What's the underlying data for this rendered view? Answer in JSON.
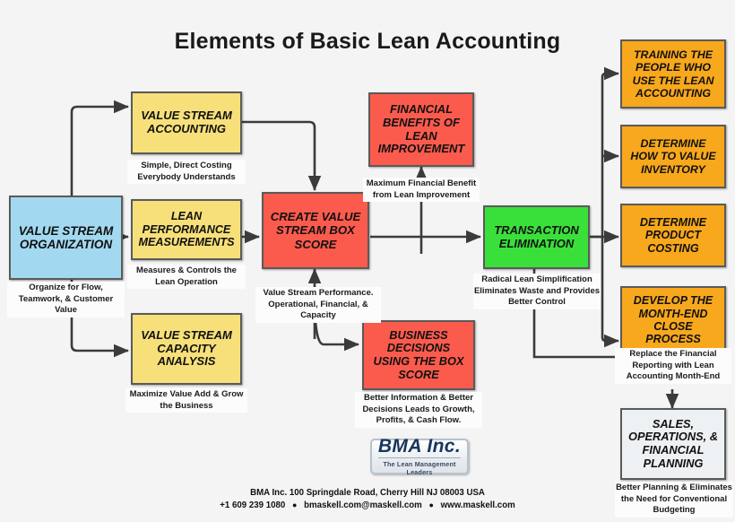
{
  "title": "Elements of Basic Lean Accounting",
  "colors": {
    "background": "#f4f4f4",
    "blue": "#a3d9f0",
    "yellow": "#f7e07a",
    "red": "#fb5b4d",
    "green": "#3ae03a",
    "orange": "#f8a81c",
    "grey": "#eef1f3",
    "border": "#5a5a5a",
    "connector": "#3b3b3b"
  },
  "nodes": {
    "value_stream_organization": {
      "label": "VALUE STREAM ORGANIZATION",
      "caption": "Organize for Flow, Teamwork, & Customer Value"
    },
    "value_stream_accounting": {
      "label": "VALUE STREAM ACCOUNTING",
      "caption": "Simple, Direct Costing Everybody Understands"
    },
    "lean_performance_measurements": {
      "label": "LEAN PERFORMANCE MEASUREMENTS",
      "caption": "Measures & Controls the Lean Operation"
    },
    "value_stream_capacity_analysis": {
      "label": "VALUE STREAM CAPACITY ANALYSIS",
      "caption": "Maximize Value Add & Grow the Business"
    },
    "create_value_stream_box_score": {
      "label": "CREATE VALUE STREAM BOX SCORE",
      "caption": "Value Stream Performance. Operational, Financial, & Capacity"
    },
    "financial_benefits_of_lean_improvement": {
      "label": "FINANCIAL BENEFITS OF LEAN IMPROVEMENT",
      "caption": "Maximum Financial Benefit from Lean Improvement"
    },
    "business_decisions_using_the_box_score": {
      "label": "BUSINESS DECISIONS USING THE BOX SCORE",
      "caption": "Better Information & Better Decisions Leads to Growth, Profits, & Cash Flow."
    },
    "transaction_elimination": {
      "label": "TRANSACTION ELIMINATION",
      "caption": "Radical Lean Simplification Eliminates Waste and Provides Better Control"
    },
    "training_the_people": {
      "label": "TRAINING THE PEOPLE WHO USE THE LEAN ACCOUNTING",
      "caption": ""
    },
    "determine_how_to_value_inventory": {
      "label": "DETERMINE HOW TO VALUE INVENTORY",
      "caption": ""
    },
    "determine_product_costing": {
      "label": "DETERMINE PRODUCT COSTING",
      "caption": ""
    },
    "develop_month_end_close_process": {
      "label": "DEVELOP THE MONTH-END CLOSE PROCESS",
      "caption": "Replace the Financial Reporting with Lean Accounting Month-End"
    },
    "sales_operations_financial_planning": {
      "label": "SALES, OPERATIONS, & FINANCIAL PLANNING",
      "caption": "Better Planning & Eliminates the Need for Conventional Budgeting"
    }
  },
  "logo": {
    "name": "BMA Inc.",
    "tagline": "The Lean Management Leaders"
  },
  "footer": {
    "line1": "BMA Inc. 100 Springdale Road, Cherry Hill NJ 08003 USA",
    "phone": "+1 609 239 1080",
    "email": "bmaskell.com@maskell.com",
    "website": "www.maskell.com",
    "separator": "●"
  }
}
